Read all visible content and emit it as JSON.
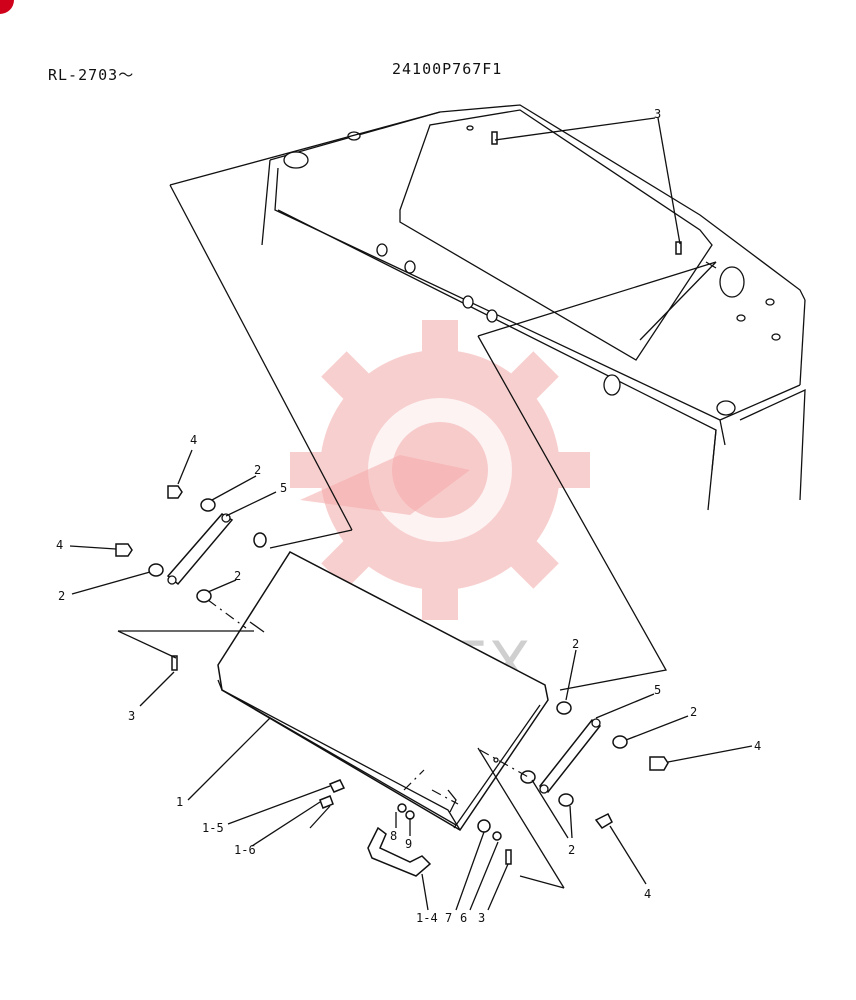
{
  "header": {
    "model_range": "RL-2703〜",
    "drawing_number": "24100P767F1"
  },
  "watermark": {
    "text": "ИНТЕХ",
    "color": "#f4a9a9",
    "icon": "gear-wrench-logo"
  },
  "corner_marker_color": "#d0021b",
  "callouts": [
    "3",
    "4",
    "2",
    "5",
    "4",
    "2",
    "2",
    "3",
    "1",
    "1-5",
    "1-6",
    "8",
    "9",
    "1-4",
    "7",
    "6",
    "3",
    "2",
    "5",
    "2",
    "4",
    "2",
    "4"
  ]
}
